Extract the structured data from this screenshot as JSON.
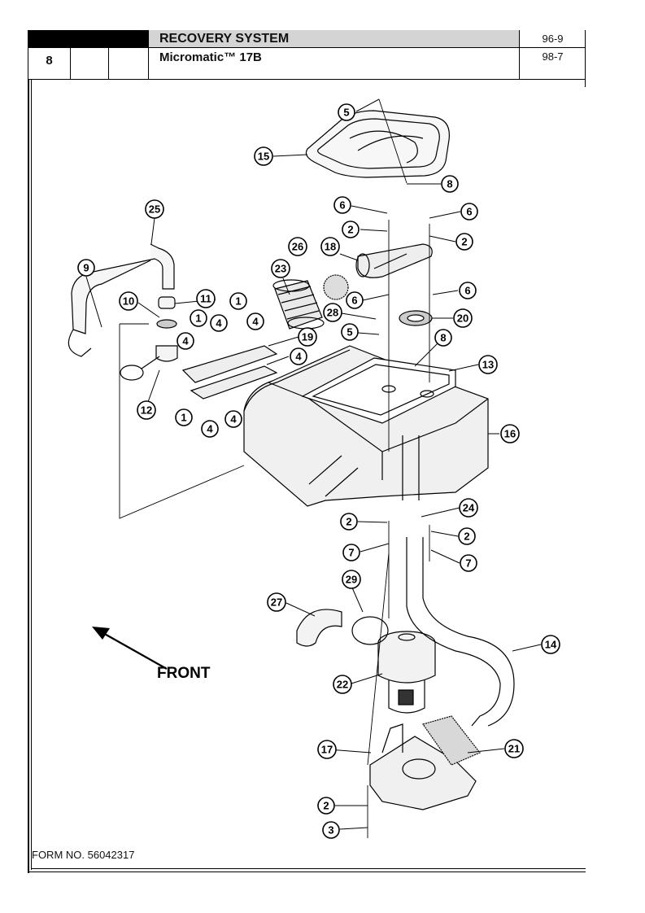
{
  "header": {
    "page_number": "8",
    "section_title": "RECOVERY SYSTEM",
    "model": "Micromatic™ 17B",
    "revision_1": "96-9",
    "revision_2": "98-7"
  },
  "diagram": {
    "front_label": "FRONT",
    "callouts": [
      {
        "id": "c5a",
        "num": "5"
      },
      {
        "id": "c15",
        "num": "15"
      },
      {
        "id": "c8a",
        "num": "8"
      },
      {
        "id": "c6a",
        "num": "6"
      },
      {
        "id": "c6b",
        "num": "6"
      },
      {
        "id": "c2a",
        "num": "2"
      },
      {
        "id": "c2b",
        "num": "2"
      },
      {
        "id": "c25",
        "num": "25"
      },
      {
        "id": "c26",
        "num": "26"
      },
      {
        "id": "c18",
        "num": "18"
      },
      {
        "id": "c9",
        "num": "9"
      },
      {
        "id": "c23",
        "num": "23"
      },
      {
        "id": "c6c",
        "num": "6"
      },
      {
        "id": "c6d",
        "num": "6"
      },
      {
        "id": "c10",
        "num": "10"
      },
      {
        "id": "c11",
        "num": "11"
      },
      {
        "id": "c1a",
        "num": "1"
      },
      {
        "id": "c1b",
        "num": "1"
      },
      {
        "id": "c4a",
        "num": "4"
      },
      {
        "id": "c4b",
        "num": "4"
      },
      {
        "id": "c28",
        "num": "28"
      },
      {
        "id": "c20",
        "num": "20"
      },
      {
        "id": "c5b",
        "num": "5"
      },
      {
        "id": "c4c",
        "num": "4"
      },
      {
        "id": "c19",
        "num": "19"
      },
      {
        "id": "c8b",
        "num": "8"
      },
      {
        "id": "c4d",
        "num": "4"
      },
      {
        "id": "c13",
        "num": "13"
      },
      {
        "id": "c12",
        "num": "12"
      },
      {
        "id": "c1c",
        "num": "1"
      },
      {
        "id": "c4e",
        "num": "4"
      },
      {
        "id": "c4f",
        "num": "4"
      },
      {
        "id": "c16",
        "num": "16"
      },
      {
        "id": "c24",
        "num": "24"
      },
      {
        "id": "c2c",
        "num": "2"
      },
      {
        "id": "c2d",
        "num": "2"
      },
      {
        "id": "c7a",
        "num": "7"
      },
      {
        "id": "c7b",
        "num": "7"
      },
      {
        "id": "c29",
        "num": "29"
      },
      {
        "id": "c27",
        "num": "27"
      },
      {
        "id": "c14",
        "num": "14"
      },
      {
        "id": "c22",
        "num": "22"
      },
      {
        "id": "c17",
        "num": "17"
      },
      {
        "id": "c21",
        "num": "21"
      },
      {
        "id": "c2e",
        "num": "2"
      },
      {
        "id": "c3",
        "num": "3"
      }
    ]
  },
  "footer": {
    "form_number": "FORM NO. 56042317"
  }
}
